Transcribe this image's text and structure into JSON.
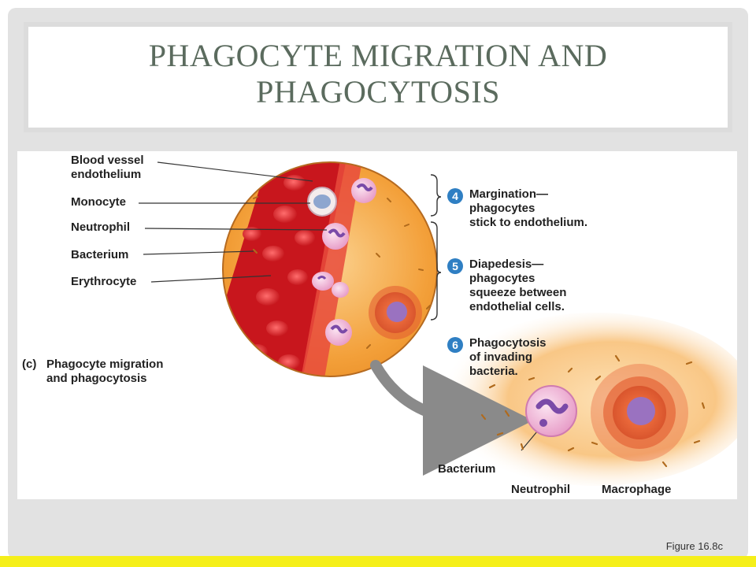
{
  "slide": {
    "title": "PHAGOCYTE MIGRATION AND PHAGOCYTOSIS",
    "figure_ref": "Figure 16.8c"
  },
  "diagram": {
    "caption_letter": "(c)",
    "caption_text": "Phagocyte migration\nand phagocytosis",
    "left_labels": {
      "endothelium": "Blood vessel\nendothelium",
      "monocyte": "Monocyte",
      "neutrophil": "Neutrophil",
      "bacterium": "Bacterium",
      "erythrocyte": "Erythrocyte"
    },
    "steps": [
      {
        "number": "4",
        "text": "Margination—\nphagocytes\nstick to endothelium."
      },
      {
        "number": "5",
        "text": "Diapedesis—\nphagocytes\nsqueeze between\nendothelial cells."
      },
      {
        "number": "6",
        "text": "Phagocytosis\nof invading\nbacteria."
      }
    ],
    "bottom_labels": {
      "bacterium": "Bacterium",
      "neutrophil": "Neutrophil",
      "macrophage": "Macrophage"
    },
    "colors": {
      "tissue": "#f3a03a",
      "vessel": "#c8161d",
      "erythrocyte": "#e02a2a",
      "leukocyte": "#f2b6d8",
      "nucleus": "#7a4aa8",
      "macrophage": "#e9683a",
      "arrow": "#8a8a8a",
      "badge": "#2f7fc3"
    }
  }
}
